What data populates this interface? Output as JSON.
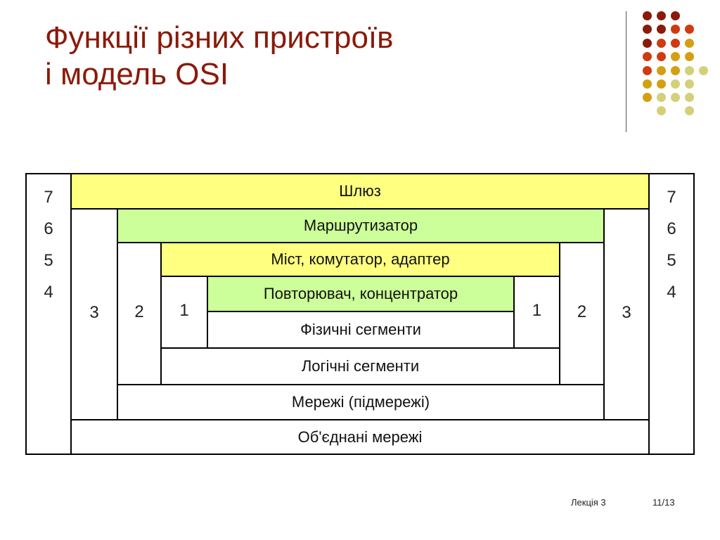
{
  "slide": {
    "title_lines": [
      "Функції різних пристроїв",
      "і модель OSI"
    ]
  },
  "decoration": {
    "dot_colors": {
      "dark_red": "#8a1a0a",
      "orange_red": "#d03a10",
      "gold": "#d4a010",
      "pale_olive": "#d4d07a"
    }
  },
  "osi_table": {
    "left_layers": [
      "7",
      "6",
      "5",
      "4"
    ],
    "right_layers": [
      "7",
      "6",
      "5",
      "4"
    ],
    "left_numbers": {
      "n3": "3",
      "n2": "2",
      "n1": "1"
    },
    "right_numbers": {
      "n1": "1",
      "n2": "2",
      "n3": "3"
    },
    "rows": {
      "gateway": "Шлюз",
      "router": "Маршрутизатор",
      "bridge": "Міст, комутатор, адаптер",
      "repeater": "Повторювач, концентратор",
      "physical_segments": "Фізичні сегменти",
      "logical_segments": "Логічні сегменти",
      "networks": "Мережі (підмережі)",
      "internetworks": "Об'єднані мережі"
    },
    "colors": {
      "yellow": "#ffff80",
      "green": "#ccff99",
      "white": "#ffffff"
    }
  },
  "footer": {
    "lecture": "Лекція 3",
    "page": "11/13"
  }
}
